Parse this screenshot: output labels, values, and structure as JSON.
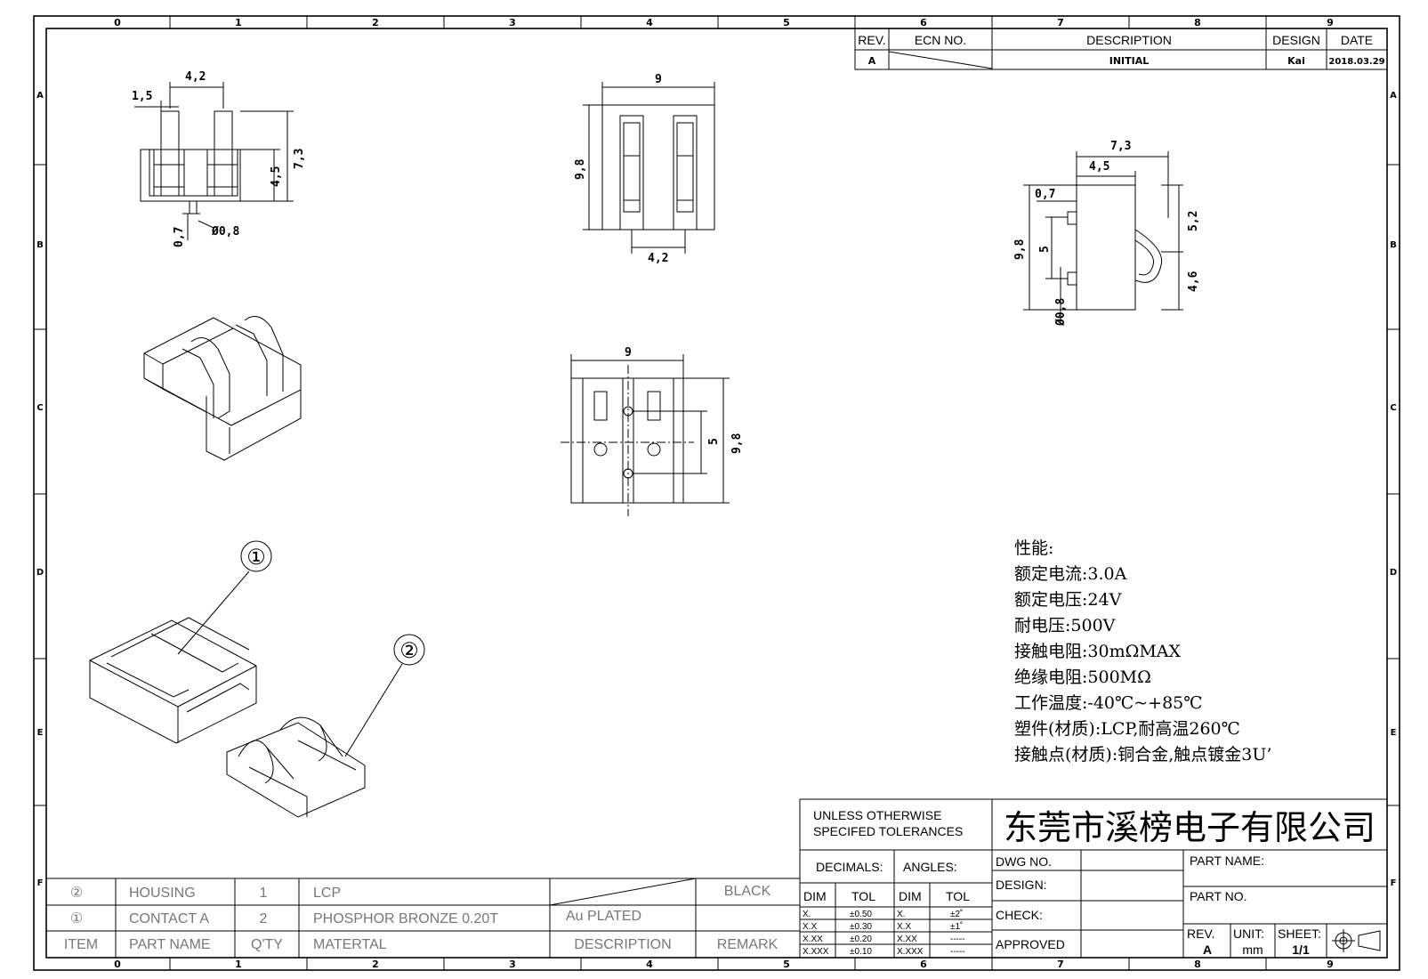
{
  "border": {
    "col_labels": [
      "0",
      "1",
      "2",
      "3",
      "4",
      "5",
      "6",
      "7",
      "8",
      "9"
    ],
    "row_labels": [
      "A",
      "B",
      "C",
      "D",
      "E",
      "F"
    ]
  },
  "revision_block": {
    "headers": {
      "rev": "REV.",
      "ecn": "ECN NO.",
      "description": "DESCRIPTION",
      "design": "DESIGN",
      "date": "DATE"
    },
    "row": {
      "rev": "A",
      "description": "INITIAL",
      "design": "Kai",
      "date": "2018.03.29"
    }
  },
  "dimensions": {
    "top_view": {
      "d1": "1,5",
      "d2": "4,2",
      "d3": "7,3",
      "d4": "4,5",
      "d5": "0,7",
      "d6": "Ø0,8"
    },
    "front_view": {
      "width": "9",
      "height": "9,8",
      "pitch": "4,2"
    },
    "side_view": {
      "d1": "7,3",
      "d2": "4,5",
      "d3": "0,7",
      "d4": "9,8",
      "d5": "5",
      "d6": "5,2",
      "d7": "4,6",
      "d8": "Ø0,8"
    },
    "bottom_view": {
      "width": "9",
      "height": "9,8",
      "pitch": "5"
    }
  },
  "balloons": {
    "b1": "①",
    "b2": "②"
  },
  "specs": {
    "title": "性能:",
    "lines": [
      "额定电流:3.0A",
      "额定电压:24V",
      "耐电压:500V",
      "接触电阻:30mΩMAX",
      "绝缘电阻:500MΩ",
      "工作温度:-40℃~+85℃",
      "塑件(材质):LCP,耐高温260℃",
      "接触点(材质):铜合金,触点镀金3U’"
    ]
  },
  "bom": {
    "rows": [
      {
        "item": "②",
        "name": "HOUSING",
        "qty": "1",
        "material": "LCP",
        "description": "",
        "remark": "BLACK"
      },
      {
        "item": "①",
        "name": "CONTACT A",
        "qty": "2",
        "material": "PHOSPHOR BRONZE 0.20T",
        "description": "Au PLATED",
        "remark": ""
      }
    ],
    "header": {
      "item": "ITEM",
      "name": "PART NAME",
      "qty": "Q'TY",
      "material": "MATERTAL",
      "description": "DESCRIPTION",
      "remark": "REMARK"
    }
  },
  "title_block": {
    "tolerance_note_line1": "UNLESS OTHERWISE",
    "tolerance_note_line2": "SPECIFED TOLERANCES",
    "company": "东莞市溪榜电子有限公司",
    "decimals": "DECIMALS:",
    "angles": "ANGLES:",
    "dim": "DIM",
    "tol": "TOL",
    "dec_rows": [
      [
        "X.",
        "±0.50"
      ],
      [
        "X.X",
        "±0.30"
      ],
      [
        "X.XX",
        "±0.20"
      ],
      [
        "X.XXX",
        "±0.10"
      ]
    ],
    "ang_rows": [
      [
        "X.",
        "±2˚"
      ],
      [
        "X.X",
        "±1˚"
      ],
      [
        "X.XX",
        "-----"
      ],
      [
        "X.XXX",
        "-----"
      ]
    ],
    "dwg_no": "DWG NO.",
    "design": "DESIGN:",
    "check": "CHECK:",
    "approved": "APPROVED",
    "part_name": "PART NAME:",
    "part_no": "PART NO.",
    "rev_label": "REV.",
    "rev_value": "A",
    "unit_label": "UNIT:",
    "unit_value": "mm",
    "sheet_label": "SHEET:",
    "sheet_value": "1/1"
  }
}
